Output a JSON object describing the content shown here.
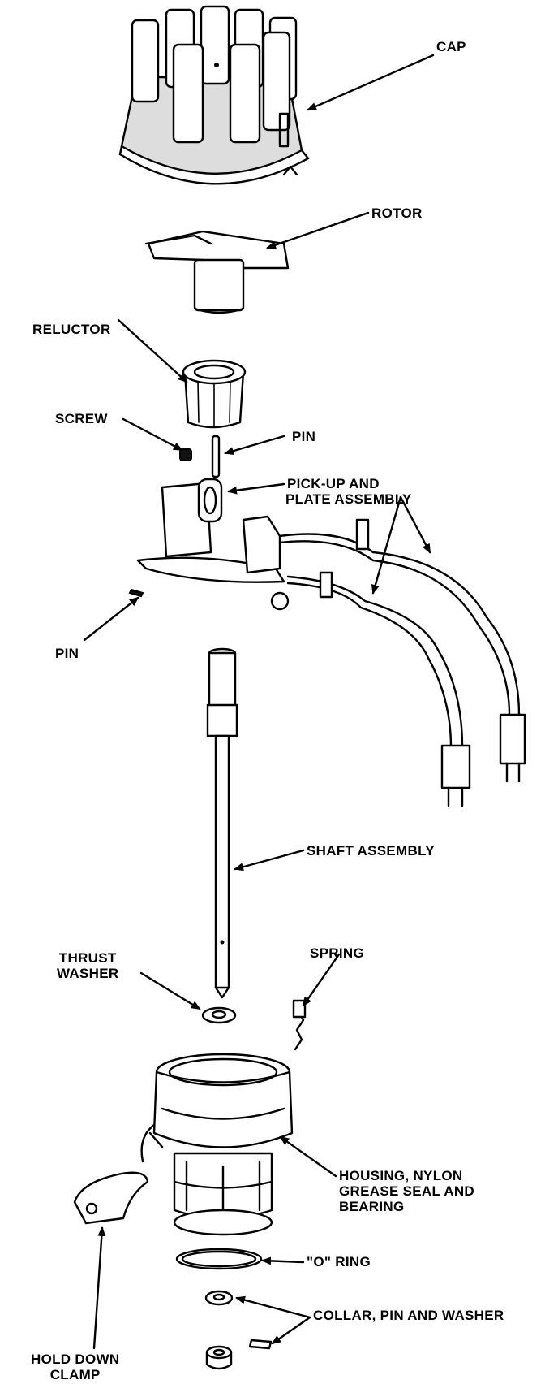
{
  "labels": {
    "cap": "CAP",
    "rotor": "ROTOR",
    "reluctor": "RELUCTOR",
    "screw": "SCREW",
    "pin_top": "PIN",
    "pickup_line1": "PICK-UP AND",
    "pickup_line2": "PLATE ASSEMBLY",
    "pin_left": "PIN",
    "shaft": "SHAFT ASSEMBLY",
    "thrust_line1": "THRUST",
    "thrust_line2": "WASHER",
    "spring": "SPRING",
    "housing_line1": "HOUSING, NYLON",
    "housing_line2": "GREASE SEAL AND",
    "housing_line3": "BEARING",
    "oring": "\"O\" RING",
    "collar": "COLLAR, PIN AND WASHER",
    "clamp_line1": "HOLD DOWN",
    "clamp_line2": "CLAMP"
  },
  "colors": {
    "ink": "#000000",
    "paper": "#ffffff"
  }
}
